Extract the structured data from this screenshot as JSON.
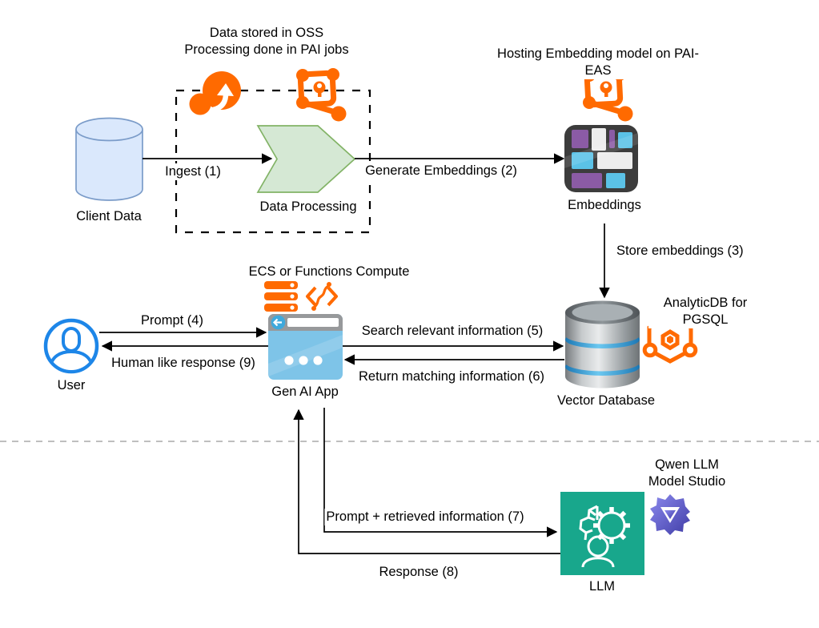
{
  "diagram": {
    "titles": {
      "oss_pai": "Data stored in OSS\nProcessing done in PAI jobs",
      "pai_eas": "Hosting Embedding model on PAI-EAS",
      "ecs_fc": "ECS or Functions Compute",
      "analyticdb": "AnalyticDB for PGSQL",
      "qwen": "Qwen LLM\nModel Studio"
    },
    "nodes": {
      "client_data": {
        "label": "Client Data"
      },
      "data_processing": {
        "label": "Data Processing"
      },
      "embeddings": {
        "label": "Embeddings"
      },
      "vector_database": {
        "label": "Vector Database"
      },
      "user": {
        "label": "User"
      },
      "gen_ai_app": {
        "label": "Gen AI App"
      },
      "llm": {
        "label": "LLM"
      }
    },
    "edges": {
      "ingest": {
        "label": "Ingest (1)"
      },
      "generate_embeddings": {
        "label": "Generate Embeddings (2)"
      },
      "store_embeddings": {
        "label": "Store embeddings (3)"
      },
      "prompt": {
        "label": "Prompt (4)"
      },
      "search": {
        "label": "Search relevant information (5)"
      },
      "return_match": {
        "label": "Return matching information (6)"
      },
      "prompt_retrieved": {
        "label": "Prompt + retrieved information (7)"
      },
      "response": {
        "label": "Response (8)"
      },
      "human_response": {
        "label": "Human like response (9)"
      }
    },
    "icons": {
      "oss": "oss-cloud-icon",
      "pai": "pai-machine-learning-icon",
      "ecs": "ecs-server-stack-icon",
      "function_compute": "function-compute-icon",
      "embeddings_tiles": "embeddings-mosaic-icon",
      "vector_db": "database-cylinder-icon",
      "analyticdb": "analyticdb-hexagon-icon",
      "browser_app": "browser-app-icon",
      "user_person": "user-person-icon",
      "llm_gear_person": "llm-gear-person-icon",
      "qwen_logo": "qwen-logo-icon"
    },
    "colors": {
      "alibaba_orange": "#FF6A00",
      "process_green_fill": "#D5E8D4",
      "process_green_stroke": "#82B366",
      "data_blue_fill": "#DAE8FC",
      "data_blue_stroke": "#7B9CC9",
      "user_blue": "#1D86E8",
      "app_blue": "#7EC4E8",
      "llm_teal": "#18A78C",
      "qwen_purple": "#524FBE",
      "embed_purple": "#8B5BA5",
      "embed_cyan": "#5BC2E7",
      "arrow_black": "#000000",
      "divider_gray": "#BFBFBF"
    }
  }
}
